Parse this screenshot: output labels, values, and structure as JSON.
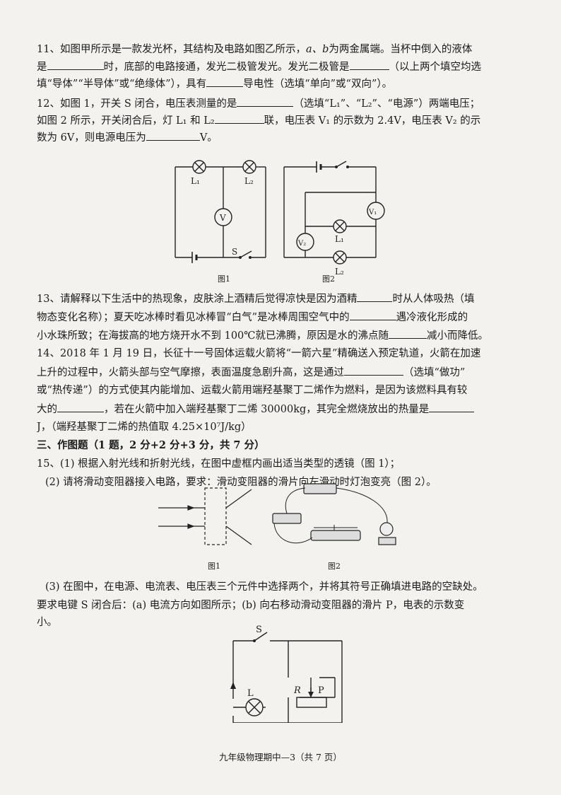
{
  "q11": {
    "l1": "11、如图甲所示是一款发光杯，其结构及电路如图乙所示，",
    "l1_ab": "a、b",
    "l1_end": "为两金属端。当杯中倒入的液体",
    "l2_a": "是",
    "l2_b": "时，底部的电路接通，发光二极管发光。发光二极管是",
    "l2_c": "（以上两个填空均选",
    "l3_a": "填“导体”“半导体”或“绝缘体”），具有",
    "l3_b": "导电性（选填“单向”或“双向”）。"
  },
  "q12": {
    "l1_a": "12、如图 1，开关 S 闭合，电压表测量的是",
    "l1_b": "（选填“L₁”、“L₂”、“电源”）两端电压；",
    "l2_a": "如图 2 所示，开关闭合后，灯 L₁ 和 L₂",
    "l2_b": "联，电压表 V₁ 的示数为 2.4V，电压表 V₂ 的示",
    "l3_a": "数为 6V，则电源电压为",
    "l3_b": "V。"
  },
  "fig12": {
    "L1": "L₁",
    "L2": "L₂",
    "V": "V",
    "S": "S",
    "V1": "V₁",
    "V2": "V₂",
    "cap1": "图1",
    "cap2": "图2"
  },
  "q13": {
    "l1_a": "13、请解释以下生活中的热现象，皮肤涂上酒精后觉得凉快是因为酒精",
    "l1_b": "时从人体吸热（填",
    "l2_a": "物态变化名称）；夏天吃冰棒时看见冰棒冒“白气”是冰棒周围空气中的",
    "l2_b": "遇冷液化形成的",
    "l3_a": "小水珠所致；在海拔高的地方烧开水不到 100℃就已沸腾，原因是水的沸点随",
    "l3_b": "减小而降低。"
  },
  "q14": {
    "l1": "14、2018 年 1 月 19 日，长征十一号固体运载火箭将“一箭六星”精确送入预定轨道，火箭在加速",
    "l2_a": "上升的过程中，火箭头部与空气摩擦，表面温度急剧升高，这是通过",
    "l2_b": "（选填“做功”",
    "l3": "或“热传递”）的方式使其内能增加、运载火箭用端羟基聚丁二烯作为燃料，是因为该燃料具有较",
    "l4_a": "大的",
    "l4_b": "，若在火箭中加入端羟基聚丁二烯 30000kg，其完全燃烧放出的热量是",
    "l5": "J，（端羟基聚丁二烯的热值取 4.25×10⁷J/kg）"
  },
  "section3": "三、作图题（1 题，2 分+2 分+3 分，共 7 分）",
  "q15": {
    "l1": "15、(1) 根据入射光线和折射光线，在图中虚框内画出适当类型的透镜（图 1）；",
    "l2": "(2) 请将滑动变阻器接入电路，要求：滑动变阻器的滑片向左滑动时灯泡变亮（图 2）。",
    "cap1": "图1",
    "cap2": "图2",
    "l3": "(3) 在图中，在电源、电流表、电压表三个元件中选择两个，并将其符号正确填进电路的空缺处。",
    "l4": "要求电键 S 闭合后：(a) 电流方向如图所示；(b) 向右移动滑动变阻器的滑片 P，电表的示数变",
    "l5": "小。"
  },
  "fig15c": {
    "S": "S",
    "L": "L",
    "R": "R",
    "P": "P"
  },
  "footer": "九年级物理期中—3（共 7 页）"
}
